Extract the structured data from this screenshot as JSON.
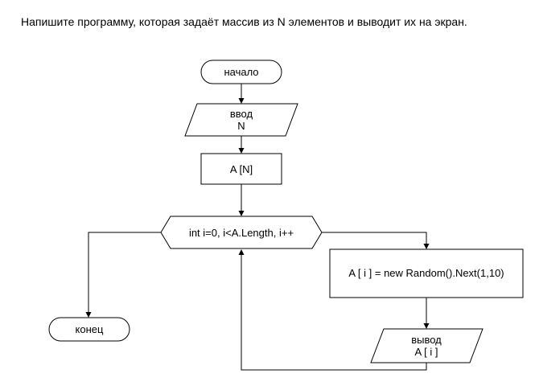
{
  "task": "Напишите программу, которая задаёт массив из N элементов и выводит их на экран.",
  "flowchart": {
    "start": "начало",
    "input_line1": "ввод",
    "input_line2": "N",
    "process_array": "A [N]",
    "loop": "int i=0, i<A.Length, i++",
    "assign": "A [ i ] = new Random().Next(1,10)",
    "output_line1": "вывод",
    "output_line2": "A [ i ]",
    "end": "конец"
  }
}
